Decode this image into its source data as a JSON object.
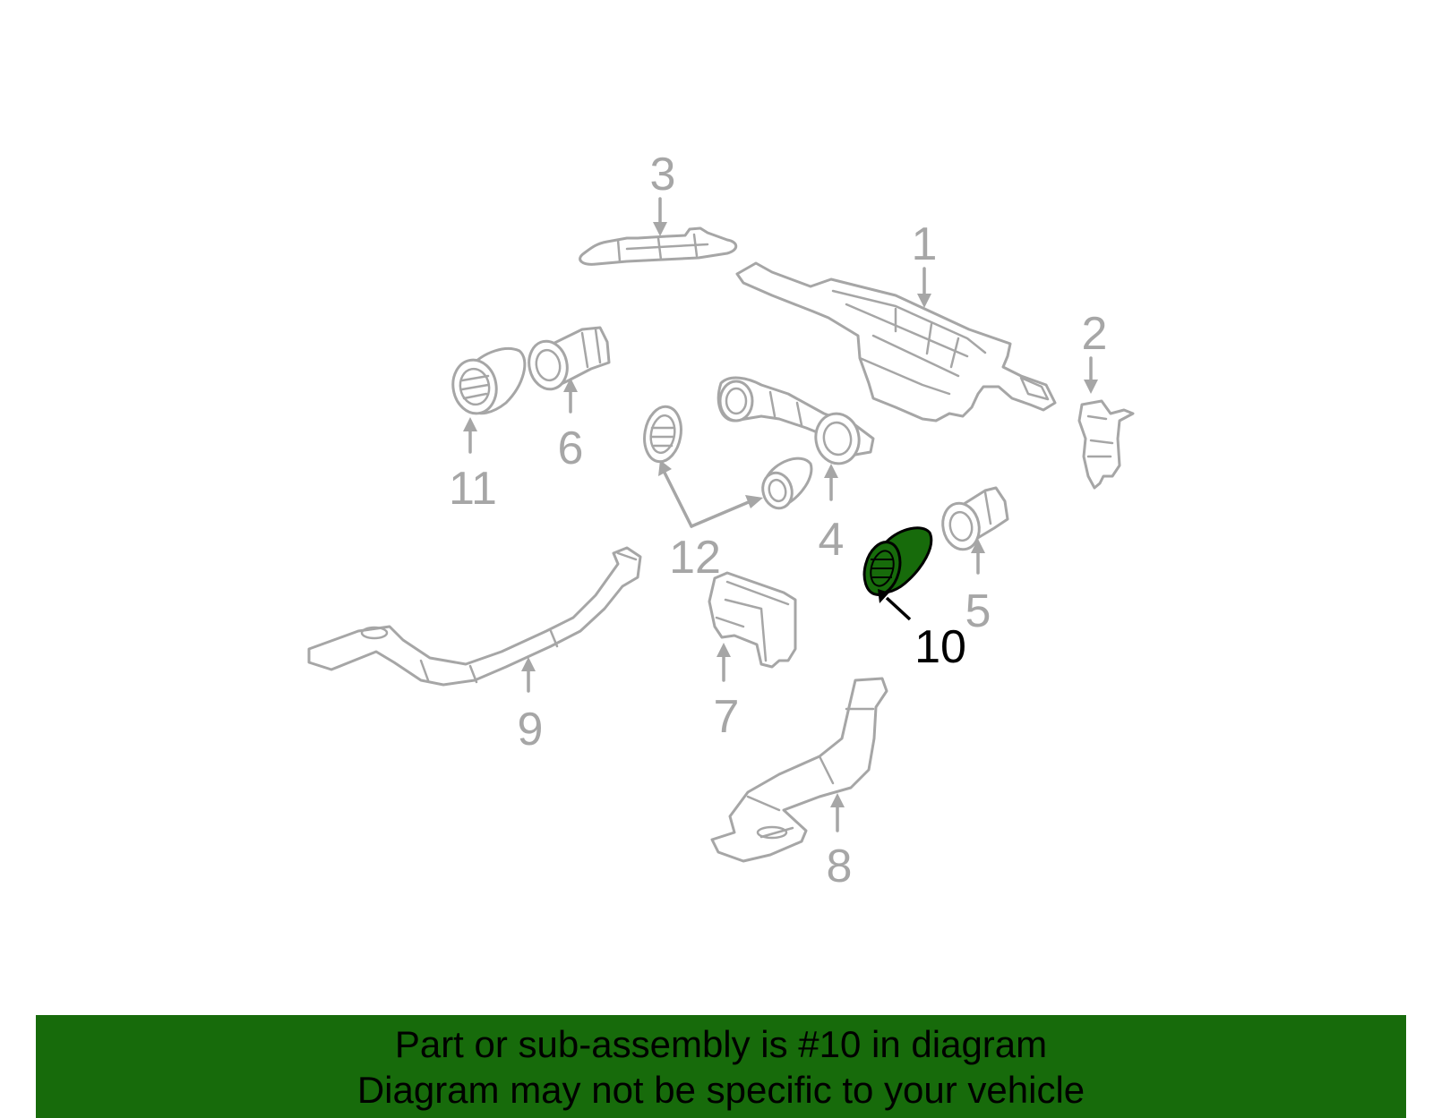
{
  "diagram": {
    "highlighted_part": "10",
    "highlight_color": "#176b0b",
    "part_line_color": "#a6a6a6",
    "callouts": [
      "1",
      "2",
      "3",
      "4",
      "5",
      "6",
      "7",
      "8",
      "9",
      "10",
      "11",
      "12"
    ]
  },
  "banner": {
    "line1": "Part or sub-assembly is #10 in diagram",
    "line2": "Diagram may not be specific to your vehicle",
    "background": "#176b0b"
  }
}
